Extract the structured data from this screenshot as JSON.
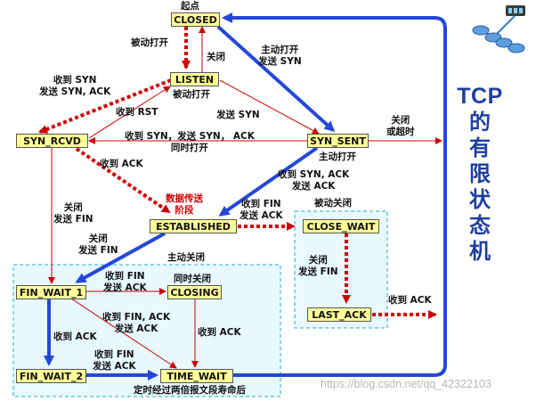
{
  "states": {
    "closed": "CLOSED",
    "listen": "LISTEN",
    "syn_rcvd": "SYN_RCVD",
    "syn_sent": "SYN_SENT",
    "established": "ESTABLISHED",
    "close_wait": "CLOSE_WAIT",
    "last_ack": "LAST_ACK",
    "fin_wait_1": "FIN_WAIT_1",
    "closing": "CLOSING",
    "fin_wait_2": "FIN_WAIT_2",
    "time_wait": "TIME_WAIT"
  },
  "labels": {
    "start_point": "起点",
    "passive_open": "被动打开",
    "close_1": "关闭",
    "active_open_l1": "主动打开",
    "active_open_l2": "发送 SYN",
    "recv_syn_send_synack_l1": "收到 SYN",
    "recv_syn_send_synack_l2": "发送 SYN, ACK",
    "passive_open_2": "被动打开",
    "recv_rst": "收到 RST",
    "send_syn": "发送 SYN",
    "close_or_timeout_l1": "关闭",
    "close_or_timeout_l2": "或超时",
    "simul_open_l1": "收到 SYN，发送 SYN， ACK",
    "simul_open_l2": "同时打开",
    "active_open_3": "主动打开",
    "recv_ack_1": "收到 ACK",
    "recv_synack_send_ack_l1": "收到 SYN, ACK",
    "recv_synack_send_ack_l2": "发送 ACK",
    "data_phase_l1": "数据传送",
    "data_phase_l2": "阶段",
    "close_send_fin_1_l1": "关闭",
    "close_send_fin_1_l2": "发送 FIN",
    "recv_fin_send_ack_1_l1": "收到 FIN",
    "recv_fin_send_ack_1_l2": "发送 ACK",
    "passive_close": "被动关闭",
    "close_send_fin_2_l1": "关闭",
    "close_send_fin_2_l2": "发送 FIN",
    "active_close": "主动关闭",
    "close_send_fin_3_l1": "关闭",
    "close_send_fin_3_l2": "发送 FIN",
    "recv_fin_send_ack_2_l1": "收到 FIN",
    "recv_fin_send_ack_2_l2": "发送 ACK",
    "simul_close": "同时关闭",
    "recv_ack_2": "收到 ACK",
    "recv_finack_send_ack_l1": "收到 FIN, ACK",
    "recv_finack_send_ack_l2": "发送 ACK",
    "recv_ack_3": "收到 ACK",
    "recv_ack_4": "收到 ACK",
    "recv_fin_send_ack_3_l1": "收到 FIN",
    "recv_fin_send_ack_3_l2": "发送 ACK",
    "timed_wait": "定时经过两倍报文段寿命后"
  },
  "title": {
    "line1": "TCP",
    "chars": [
      "的",
      "有",
      "限",
      "状",
      "态",
      "机"
    ]
  },
  "watermark": "https://blog.csdn.net/qq_42322103",
  "icons": {
    "logo": "network-logo-icon"
  },
  "colors": {
    "state_fill": "#ffff99",
    "red_arrow": "#cc0000",
    "blue_arrow": "#2348d8",
    "region_fill": "#e8f8ff",
    "region_border": "#18b0c8",
    "title": "#1f3f9f"
  }
}
